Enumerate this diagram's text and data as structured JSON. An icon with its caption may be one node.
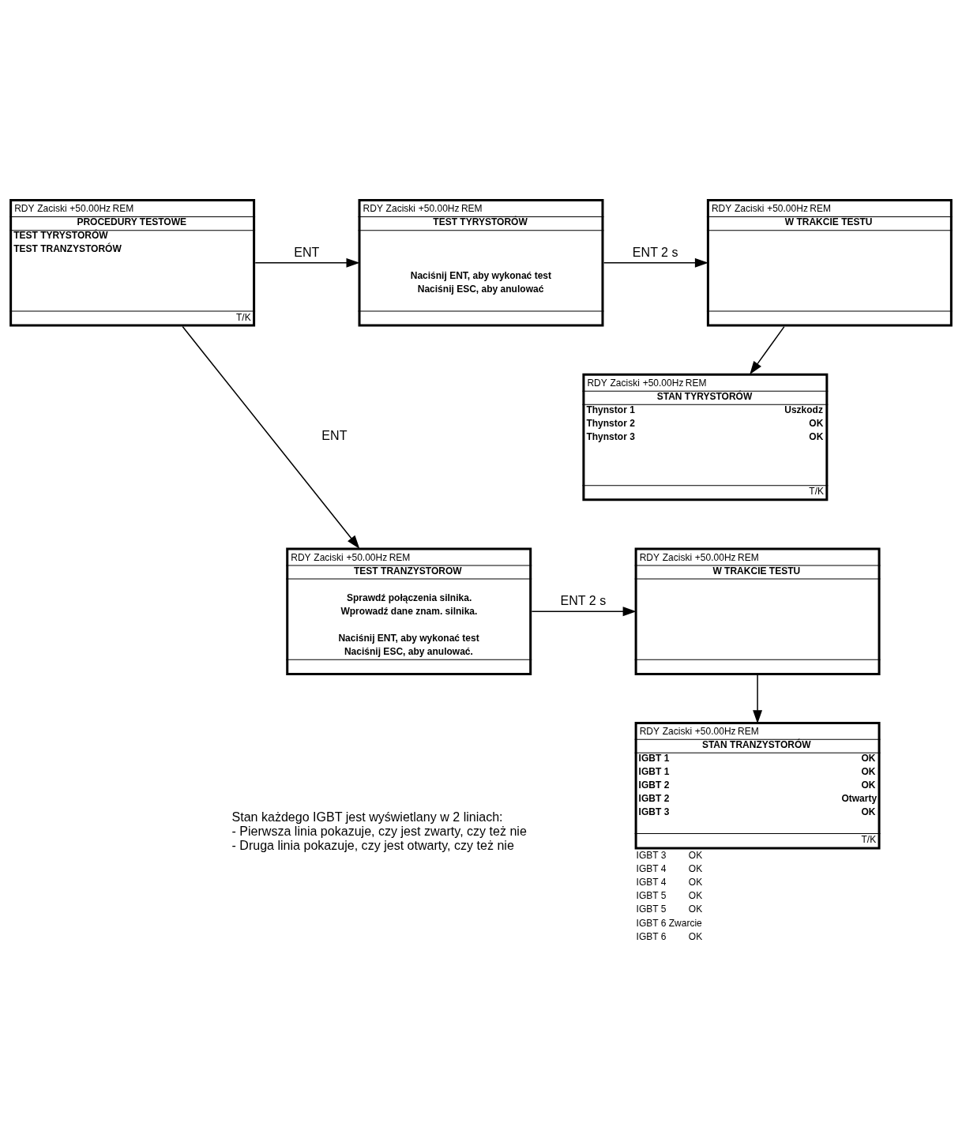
{
  "diagram": {
    "nodes": [
      {
        "text": [
          "RDY",
          "Zaciski",
          "+50.00Hz",
          "REM",
          "PROCEDURY TESTOWE",
          "TEST TYRYSTORÓW",
          "TEST TRANZYSTORÓW",
          "T/K"
        ]
      },
      {
        "text": [
          "RDY",
          "Zaciski",
          "+50.00Hz",
          "REM",
          "TEST TYRYSTORÓW",
          "Naciśnij ENT, aby wykonać test",
          "Naciśnij ESC, aby anulować"
        ]
      },
      {
        "text": [
          "RDY",
          "Zaciski",
          "+50.00Hz",
          "REM",
          "W TRAKCIE TESTU"
        ]
      },
      {
        "text": [
          "RDY",
          "Zaciski",
          "+50.00Hz",
          "REM",
          "STAN TYRYSTORÓW",
          "Thynstor 1",
          "Uszkodz",
          "Thynstor 2",
          "OK",
          "Thynstor 3",
          "OK",
          "T/K"
        ]
      },
      {
        "text": [
          "RDY",
          "Zaciski",
          "+50.00Hz",
          "REM",
          "TEST TRANZYSTOROW",
          "Sprawdź połączenia silnika.",
          "Wprowadź dane znam. silnika.",
          "Naciśnij ENT, aby wykonać test",
          "Naciśnij ESC, aby anulować."
        ]
      },
      {
        "text": [
          "RDY",
          "Zaciski",
          "+50.00Hz",
          "REM",
          "W TRAKCIE TESTU"
        ]
      },
      {
        "text": [
          "RDY",
          "Zaciski",
          "+50.00Hz",
          "REM",
          "STAN TRANZYSTORÓW",
          "IGBT 1",
          "OK",
          "IGBT 1",
          "OK",
          "IGBT 2",
          "OK",
          "IGBT 2",
          "Otwarty",
          "IGBT 3",
          "OK",
          "T/K"
        ],
        "beside": [
          "IGBT 3",
          "OK",
          "IGBT 4",
          "OK",
          "IGBT 4",
          "OK",
          "IGBT 5",
          "OK",
          "IGBT 5",
          "OK",
          "IGBT 6",
          "Zwarcie",
          "IGBT 6",
          "OK"
        ]
      }
    ],
    "edges": [
      {
        "from": 0,
        "to": 1,
        "arrow": "to",
        "label": "ENT"
      },
      {
        "from": 0,
        "to": 4,
        "arrow": "to",
        "label": "ENT"
      },
      {
        "from": 1,
        "to": 2,
        "arrow": "to",
        "label": "ENT 2 s"
      },
      {
        "from": 2,
        "to": 3,
        "arrow": "to"
      },
      {
        "from": 4,
        "to": 5,
        "arrow": "to",
        "label": "ENT 2 s"
      },
      {
        "from": 5,
        "to": 6,
        "arrow": "to"
      }
    ],
    "labels": [
      "Stan każdego IGBT jest wyświetlany w 2 liniach:",
      "- Pierwsza linia pokazuje, czy jest zwarty, czy też nie",
      "- Druga linia pokazuje, czy jest otwarty, czy też nie"
    ]
  }
}
